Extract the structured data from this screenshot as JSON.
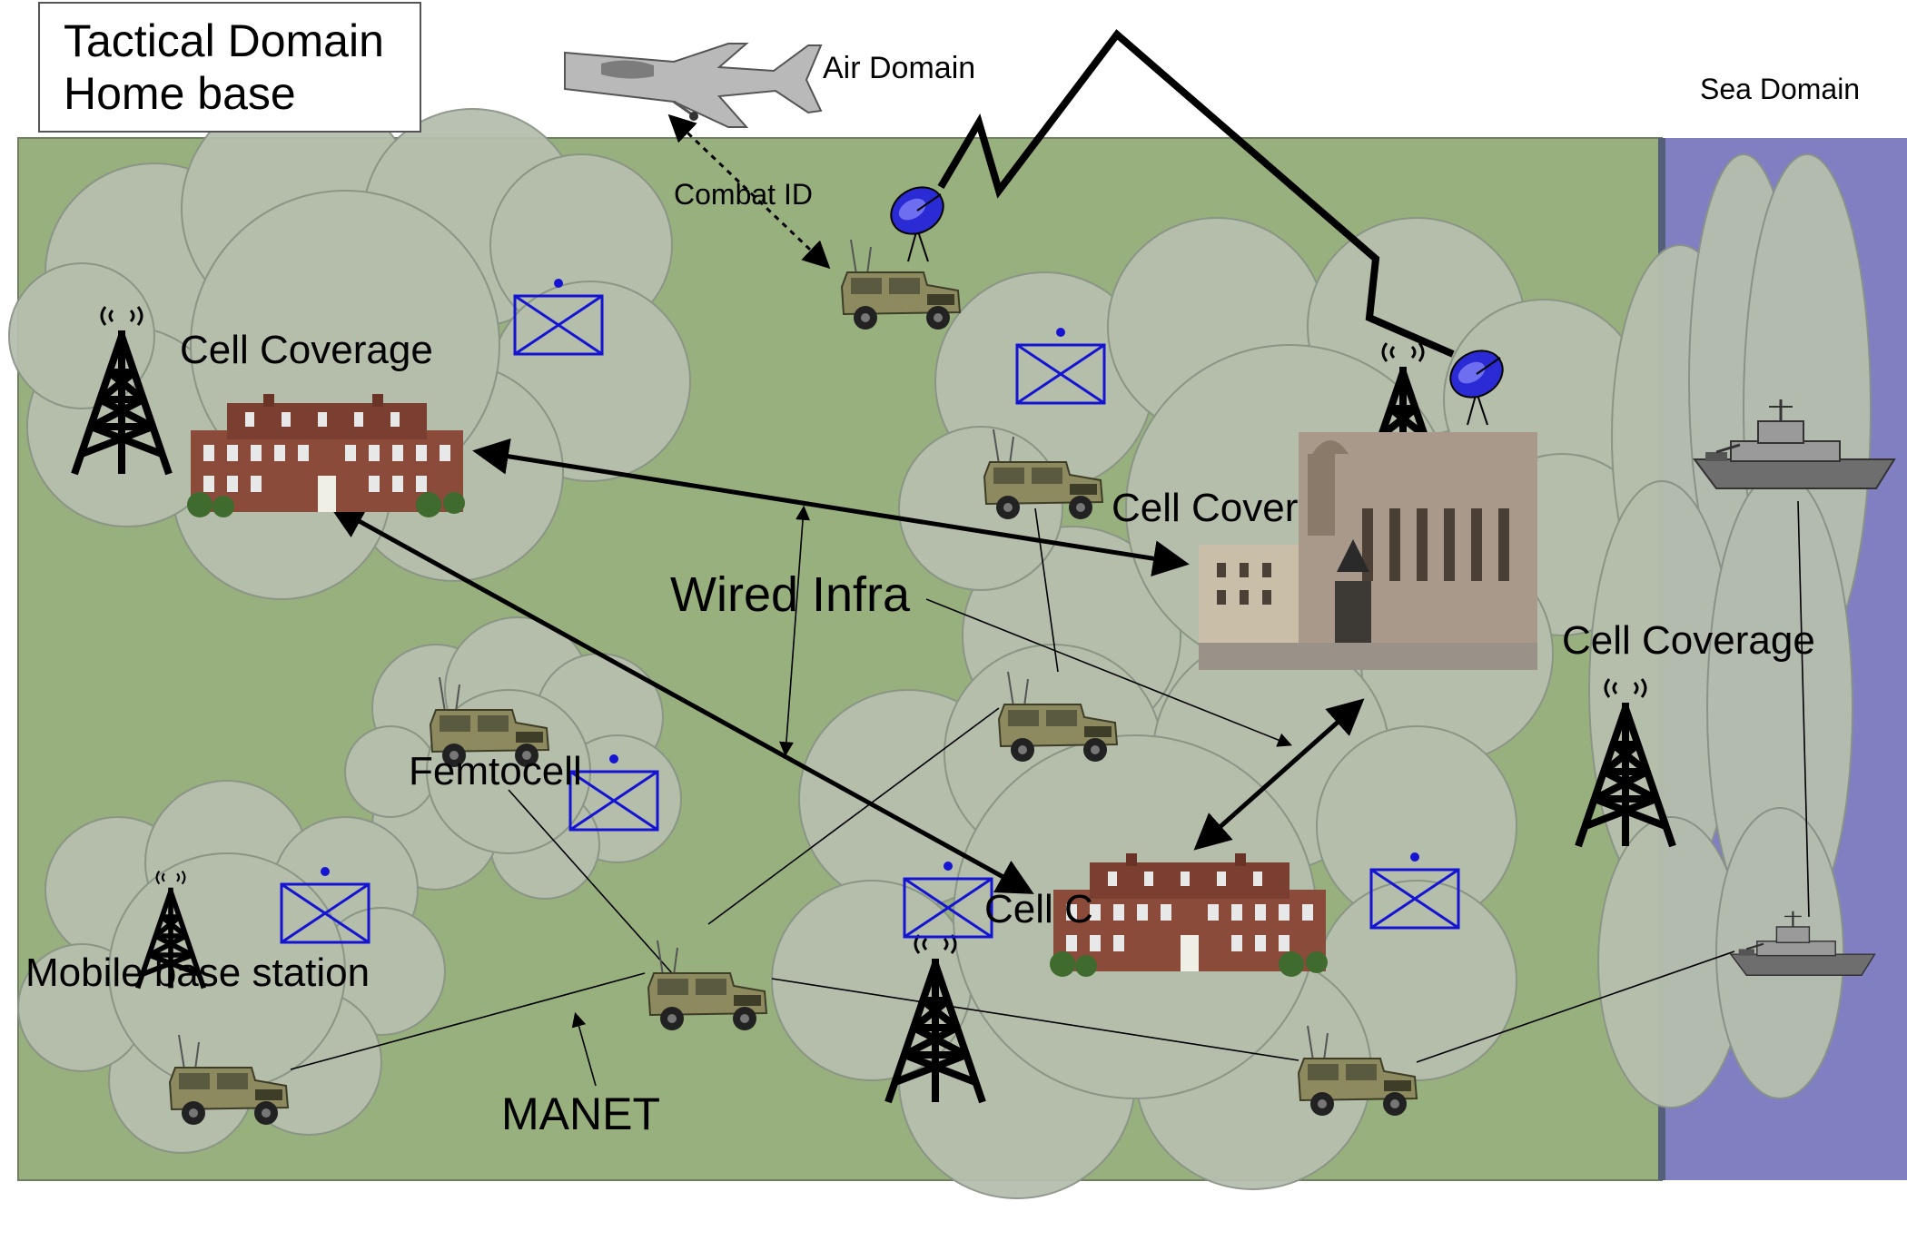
{
  "title": {
    "line1": "Tactical Domain",
    "line2": "Home base"
  },
  "labels": {
    "air_domain": "Air Domain",
    "sea_domain": "Sea Domain",
    "combat_id": "Combat ID",
    "wired_infra": "Wired Infra",
    "cell_coverage_top_left": "Cell Coverage",
    "cell_coverage_center_right": "Cell Cover",
    "cell_coverage_bottom_center": "Cell C",
    "cell_coverage_sea": "Cell Coverage",
    "femtocell": "Femtocell",
    "mobile_base_station": "Mobile base station",
    "manet": "MANET"
  },
  "colors": {
    "land": "#98b07e",
    "sea": "#7f7fc2",
    "cloud_fill": "#b6bfae",
    "cloud_stroke": "#8a9487",
    "unit_symbol": "#1414d2",
    "arrow": "#000000",
    "dish": "#2b2bd6",
    "vehicle": "#8c8a5e",
    "building": "#8a4b3a"
  },
  "icons": [
    "fighter-jet-icon",
    "satellite-dish-icon",
    "military-vehicle-icon",
    "cell-tower-icon",
    "building-icon",
    "warship-icon",
    "unit-symbol-icon"
  ]
}
